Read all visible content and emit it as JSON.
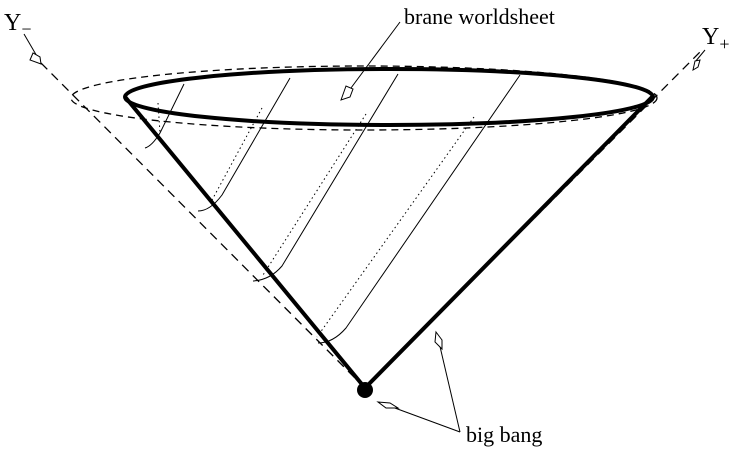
{
  "diagram": {
    "labels": {
      "brane_worldsheet": "brane worldsheet",
      "big_bang": "big bang",
      "y_minus": {
        "base": "Y",
        "subscript": "−"
      },
      "y_plus": {
        "base": "Y",
        "subscript": "+"
      }
    },
    "colors": {
      "ink": "#000000",
      "background": "#ffffff"
    }
  }
}
